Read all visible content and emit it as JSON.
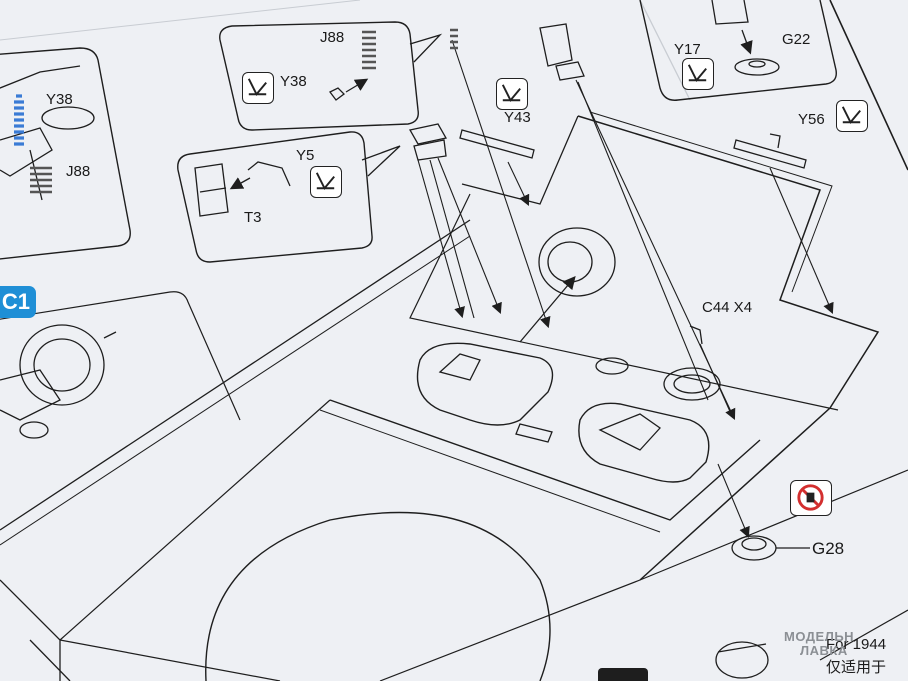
{
  "labels": {
    "j88_top": "J88",
    "y38_top": "Y38",
    "y38_left": "Y38",
    "j88_left": "J88",
    "y5": "Y5",
    "t3": "T3",
    "y43": "Y43",
    "y17": "Y17",
    "g22": "G22",
    "y56": "Y56",
    "c44": "C44 X4",
    "g28": "G28"
  },
  "step_badge": "C1",
  "notes": {
    "for_line": "For 1944",
    "chinese_line": "仅适用于"
  },
  "watermark": {
    "line1": "МОДЕЛЬН",
    "line2": "ЛАВКА"
  },
  "icons": [
    "glue-check-icon",
    "no-glue-icon",
    "arrow-icon"
  ],
  "colors": {
    "paper": "#eef0f4",
    "line": "#1e1e1e",
    "badge": "#1f8fd6",
    "spring_blue": "#3a7bd5",
    "no_glue_red": "#d32f2f"
  }
}
